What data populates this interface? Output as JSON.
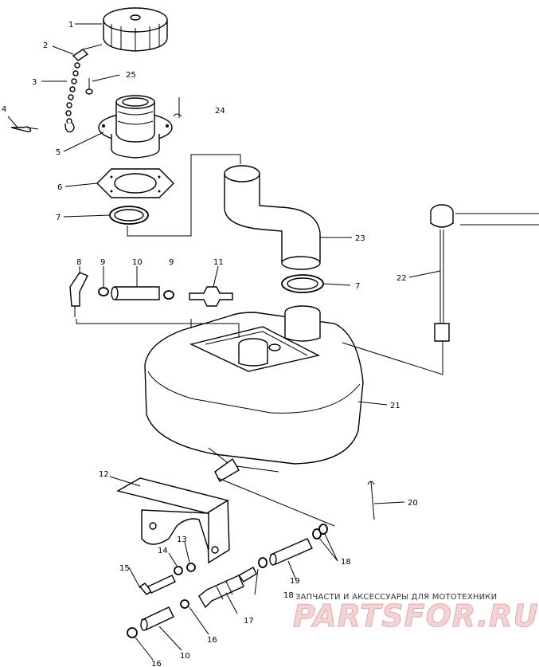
{
  "diagram": {
    "callouts": [
      {
        "id": "c1",
        "text": "1"
      },
      {
        "id": "c2",
        "text": "2"
      },
      {
        "id": "c3",
        "text": "3"
      },
      {
        "id": "c25",
        "text": "25"
      },
      {
        "id": "c4",
        "text": "4"
      },
      {
        "id": "c24",
        "text": "24"
      },
      {
        "id": "c5",
        "text": "5"
      },
      {
        "id": "c6",
        "text": "6"
      },
      {
        "id": "c7a",
        "text": "7"
      },
      {
        "id": "c23",
        "text": "23"
      },
      {
        "id": "c7b",
        "text": "7"
      },
      {
        "id": "c22",
        "text": "22"
      },
      {
        "id": "c8",
        "text": "8"
      },
      {
        "id": "c9a",
        "text": "9"
      },
      {
        "id": "c10a",
        "text": "10"
      },
      {
        "id": "c9b",
        "text": "9"
      },
      {
        "id": "c11",
        "text": "11"
      },
      {
        "id": "c21",
        "text": "21"
      },
      {
        "id": "c12",
        "text": "12"
      },
      {
        "id": "c20",
        "text": "20"
      },
      {
        "id": "c14",
        "text": "14"
      },
      {
        "id": "c13",
        "text": "13"
      },
      {
        "id": "c18a",
        "text": "18"
      },
      {
        "id": "c15",
        "text": "15"
      },
      {
        "id": "c19",
        "text": "19"
      },
      {
        "id": "c18b",
        "text": "18"
      },
      {
        "id": "c17",
        "text": "17"
      },
      {
        "id": "c16a",
        "text": "16"
      },
      {
        "id": "c10b",
        "text": "10"
      },
      {
        "id": "c16b",
        "text": "16"
      }
    ]
  },
  "watermark": {
    "tagline": "ЗАПЧАСТИ И АКСЕССУАРЫ ДЛЯ МОТОТЕХНИКИ",
    "brand": "PARTSFOR.RU"
  }
}
